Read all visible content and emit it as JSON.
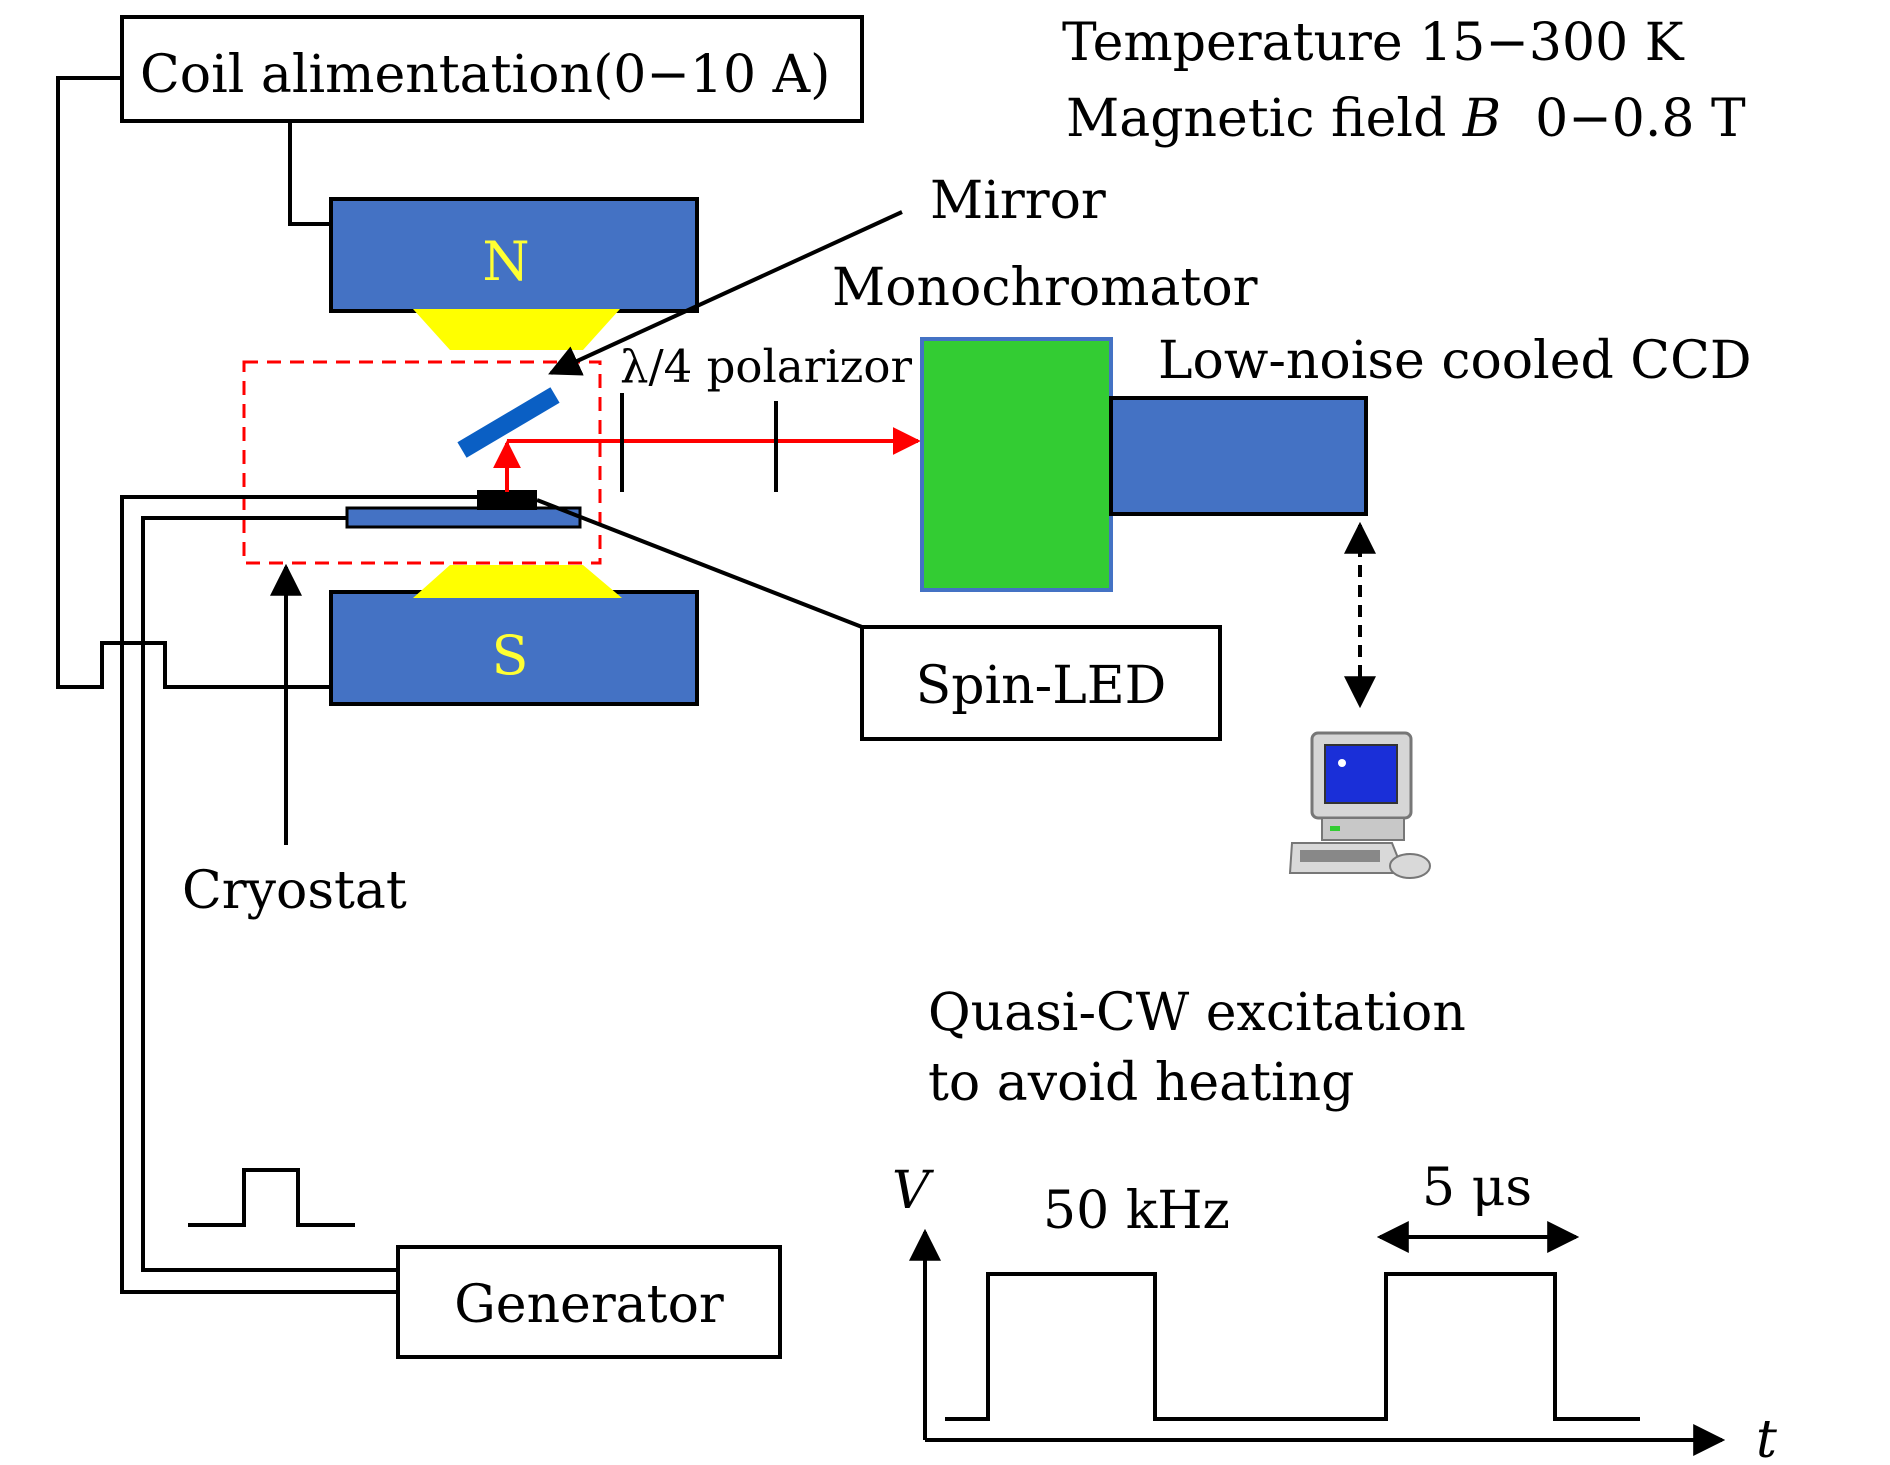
{
  "labels": {
    "coil": "Coil alimentation(0−10 A)",
    "temperature": "Temperature 15−300 K",
    "field_prefix": "Magnetic field ",
    "field_var": "B",
    "field_range": "0−0.8 T",
    "mirror": "Mirror",
    "monochromator": "Monochromator",
    "polarizer": "λ/4 polarizor",
    "ccd": "Low-noise cooled CCD",
    "north": "N",
    "south": "S",
    "spin_led": "Spin-LED",
    "cryostat": "Cryostat",
    "quasi_cw_1": "Quasi-CW excitation",
    "quasi_cw_2": "to avoid heating",
    "axis_v": "V",
    "axis_t": "t",
    "frequency": "50 kHz",
    "pulse_width": "5 μs",
    "generator": "Generator"
  },
  "icons": {
    "computer": "computer-icon"
  },
  "colors": {
    "magnet": "#4472c4",
    "pole_piece": "#ffff00",
    "monochromator": "#33cc33",
    "optical_path": "#ff0000",
    "cryostat_boundary": "#ff0000",
    "mirror": "#0a5fc4"
  }
}
